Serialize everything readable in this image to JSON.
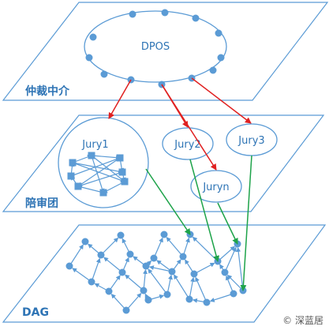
{
  "layers": {
    "top": {
      "label": "仲裁中介",
      "node_label": "DPOS"
    },
    "middle": {
      "label": "陪审团",
      "jury_labels": [
        "Jury1",
        "Jury2",
        "Jury3",
        "Juryn"
      ]
    },
    "bottom": {
      "label": "DAG"
    }
  },
  "watermark": "© 深蓝居",
  "colors": {
    "plane_stroke": "#5b9bd5",
    "node": "#5b9bd5",
    "text": "#2e74b5",
    "red_arrow": "#e02020",
    "green_arrow": "#1ea34a"
  }
}
